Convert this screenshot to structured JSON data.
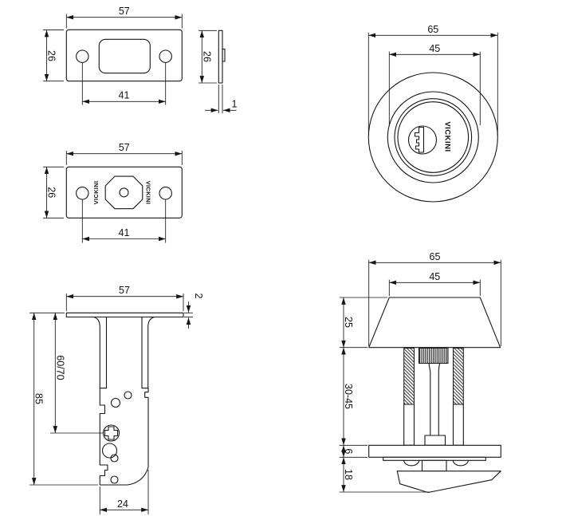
{
  "page": {
    "background": "#ffffff",
    "line_color": "#161616"
  },
  "brand": "VICKINI",
  "views": {
    "strike_plate_front": {
      "width_mm": "57",
      "height_mm": "26",
      "hole_spacing_mm": "41"
    },
    "strike_plate_side": {
      "height_mm": "26",
      "thickness_mm": "1"
    },
    "latch_faceplate_front": {
      "width_mm": "57",
      "height_mm": "26",
      "hole_spacing_mm": "41"
    },
    "latch_body_side": {
      "faceplate_width_mm": "57",
      "faceplate_thickness_mm": "2",
      "backset_mm": "60/70",
      "overall_length_mm": "85",
      "case_width_mm": "24"
    },
    "cylinder_front": {
      "outer_diameter_mm": "65",
      "inner_diameter_mm": "45"
    },
    "cylinder_side": {
      "outer_diameter_mm": "65",
      "inner_diameter_mm": "45",
      "rose_height_mm": "25",
      "shaft_length_mm": "30-45",
      "plate_thickness_mm": "6",
      "thumbturn_height_mm": "18"
    }
  }
}
